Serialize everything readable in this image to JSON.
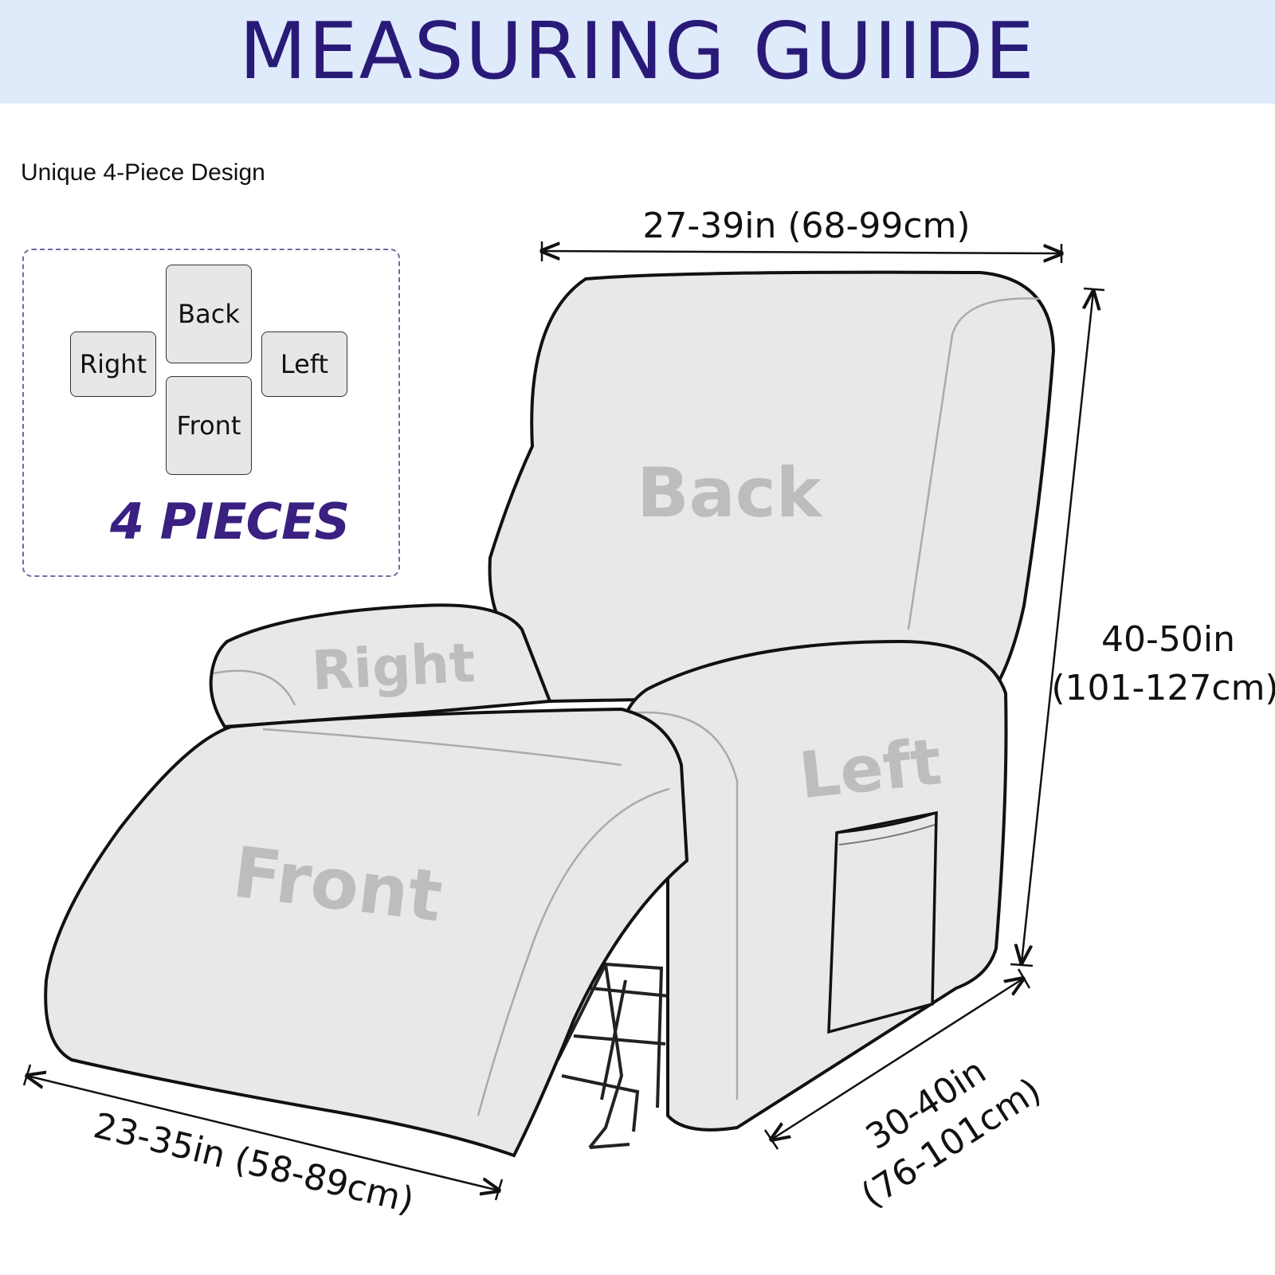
{
  "header": {
    "title": "MEASURING GUIIDE"
  },
  "intro": {
    "subtitle": "Unique 4-Piece Design"
  },
  "pieces": {
    "tiles": {
      "back": "Back",
      "right": "Right",
      "left": "Left",
      "front": "Front"
    },
    "count_label": "4 PIECES"
  },
  "chair": {
    "labels": {
      "back": "Back",
      "right": "Right",
      "left": "Left",
      "front": "Front"
    }
  },
  "dimensions": {
    "top_width": "27-39in (68-99cm)",
    "height_in": "40-50in",
    "height_cm": "(101-127cm)",
    "depth_in": "30-40in",
    "depth_cm": "(76-101cm)",
    "footrest": "23-35in (58-89cm)"
  },
  "colors": {
    "header_bg": "#dfeafb",
    "title": "#2a1a78",
    "fabric": "#e8e8e8",
    "part_label": "#bdbdbd"
  }
}
